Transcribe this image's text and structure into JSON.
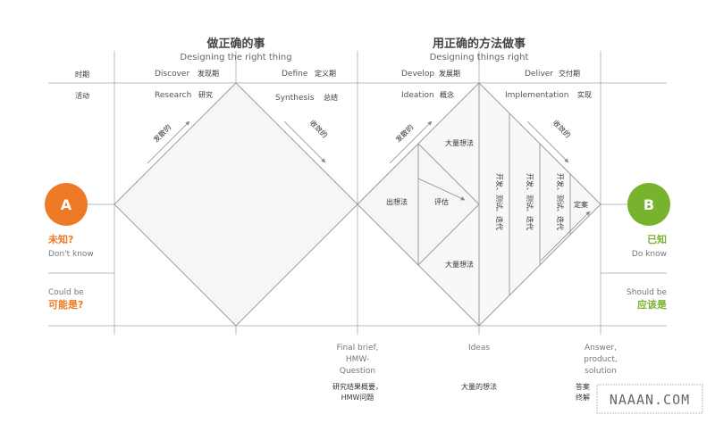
{
  "headers": {
    "left_title": "做正确的事",
    "left_subtitle": "Designing the right thing",
    "right_title": "用正确的方法做事",
    "right_subtitle": "Designing things right"
  },
  "row_labels": {
    "phase": "时期",
    "activity": "活动"
  },
  "phases": [
    {
      "en": "Discover",
      "cn": "发现期"
    },
    {
      "en": "Define",
      "cn": "定义期"
    },
    {
      "en": "Develop",
      "cn": "发展期"
    },
    {
      "en": "Deliver",
      "cn": "交付期"
    }
  ],
  "activities": [
    {
      "en": "Research",
      "cn": "研究"
    },
    {
      "en": "Synthesis",
      "cn": "总结"
    },
    {
      "en": "Ideation",
      "cn": "概念"
    },
    {
      "en": "Implementation",
      "cn": "实现"
    }
  ],
  "arrows": {
    "diverge_1": "发散的",
    "converge_1": "收敛的",
    "diverge_2": "发散的",
    "converge_2": "收敛的"
  },
  "inner_labels": {
    "ideas_out": "出想法",
    "evaluate": "评估",
    "many_ideas_top": "大量想法",
    "many_ideas_bottom": "大量想法",
    "iterate_1": "开发、测试、迭代",
    "iterate_2": "开发、测试、迭代",
    "iterate_3": "开发、测试、迭代",
    "final": "定案"
  },
  "point_a": {
    "letter": "A",
    "cn": "未知?",
    "en": "Don't know",
    "could_en": "Could be",
    "could_cn": "可能是?",
    "color": "#ee7a28"
  },
  "point_b": {
    "letter": "B",
    "cn": "已知",
    "en": "Do know",
    "should_en": "Should be",
    "should_cn": "应该是",
    "color": "#78b32e"
  },
  "outputs": {
    "brief_line1": "Final brief,",
    "brief_line2": "HMW-",
    "brief_line3": "Question",
    "brief_cn1": "研究结果概要，",
    "brief_cn2": "HMW问题",
    "ideas_en": "Ideas",
    "ideas_cn": "大量的想法",
    "answer_line1": "Answer,",
    "answer_line2": "product,",
    "answer_line3": "solution",
    "answer_cn1": "答案",
    "answer_cn2": "终解"
  },
  "watermark": "NAAAN.COM"
}
